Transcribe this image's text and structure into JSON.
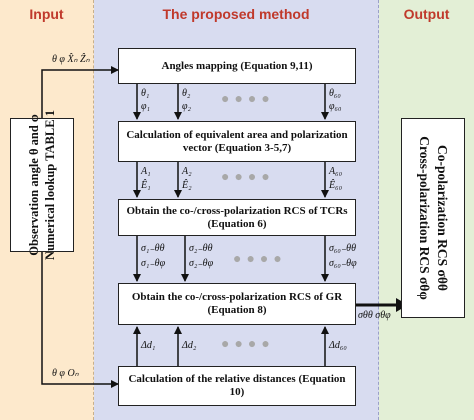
{
  "headers": {
    "input": "Input",
    "method": "The proposed method",
    "output": "Output"
  },
  "input_box": {
    "line1": "Observation angle θ and φ",
    "line2": "Numerical lookup TABLE 1"
  },
  "output_box": {
    "line1": "Co-polarization RCS σθθ",
    "line2": "Cross-polarization RCS σθφ"
  },
  "steps": [
    "Angles mapping (Equation 9,11)",
    "Calculation of equivalent area and polarization vector (Equation 3-5,7)",
    "Obtain the co-/cross-polarization RCS of TCRs (Equation 6)",
    "Obtain the co-/cross-polarization RCS of GR (Equation 8)",
    "Calculation of the relative distances (Equation 10)"
  ],
  "edge_labels": {
    "to_angles": "θ φ X̂ₙ Ẑₙ",
    "to_distances": "θ φ Oₙ",
    "to_output": "σθθ  σθφ"
  },
  "arrow_labels": {
    "row1": [
      "θ₁",
      "φ₁",
      "θ₂",
      "φ₂",
      "θ₆₀",
      "φ₆₀"
    ],
    "row2": [
      "A₁",
      "Ê₁",
      "A₂",
      "Ê₂",
      "A₆₀",
      "Ê₆₀"
    ],
    "row3": [
      "σ₁₋θθ",
      "σ₁₋θφ",
      "σ₂₋θθ",
      "σ₂₋θφ",
      "σ₆₀₋θθ",
      "σ₆₀₋θφ"
    ],
    "row4": [
      "Δd₁",
      "Δd₂",
      "Δd₆₀"
    ]
  },
  "ellipsis": "●●●●"
}
